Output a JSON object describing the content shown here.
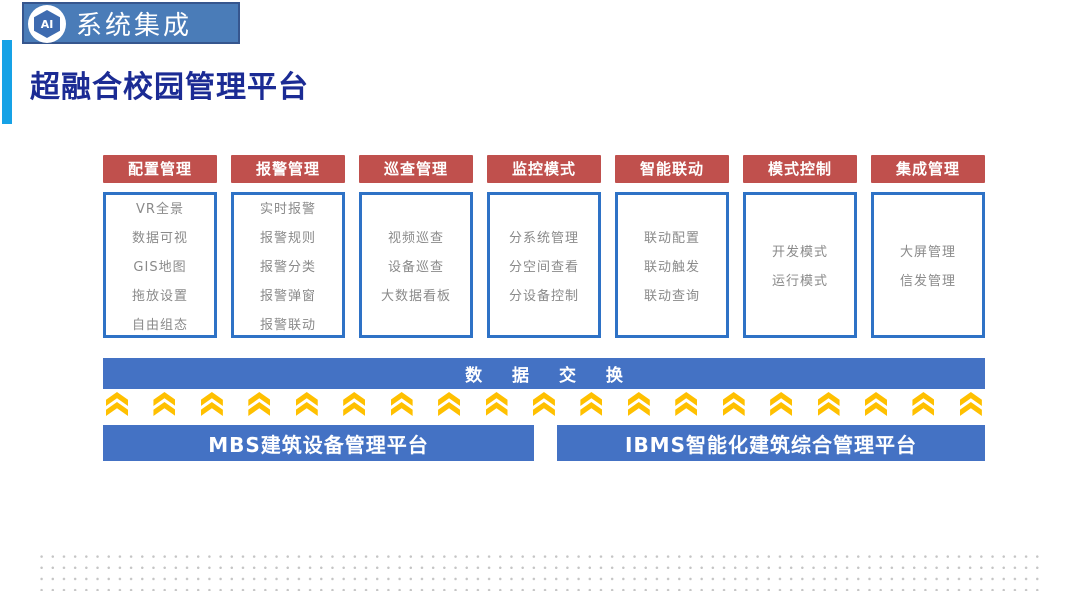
{
  "badge": {
    "icon_text": "AI",
    "label": "系统集成"
  },
  "title": "超融合校园管理平台",
  "columns": [
    {
      "header": "配置管理",
      "items": [
        "VR全景",
        "数据可视",
        "GIS地图",
        "拖放设置",
        "自由组态"
      ]
    },
    {
      "header": "报警管理",
      "items": [
        "实时报警",
        "报警规则",
        "报警分类",
        "报警弹窗",
        "报警联动"
      ]
    },
    {
      "header": "巡查管理",
      "items": [
        "视频巡查",
        "设备巡查",
        "大数据看板"
      ]
    },
    {
      "header": "监控模式",
      "items": [
        "分系统管理",
        "分空间查看",
        "分设备控制"
      ]
    },
    {
      "header": "智能联动",
      "items": [
        "联动配置",
        "联动触发",
        "联动查询"
      ]
    },
    {
      "header": "模式控制",
      "items": [
        "开发模式",
        "运行模式"
      ]
    },
    {
      "header": "集成管理",
      "items": [
        "大屏管理",
        "信发管理"
      ]
    }
  ],
  "data_exchange": {
    "label": "数 据 交 换"
  },
  "arrows": {
    "count": 19,
    "direction": "up",
    "color": "#FFC000"
  },
  "platforms": [
    {
      "label": "MBS建筑设备管理平台"
    },
    {
      "label": "IBMS智能化建筑综合管理平台"
    }
  ],
  "colors": {
    "bar_blue": "#4472C4",
    "header_red": "#C0504D",
    "box_border_blue": "#2E72C6",
    "title_navy": "#1B2B94",
    "accent_cyan": "#16A2E6",
    "badge_blue": "#4A7CB8",
    "arrow_gold": "#FFC000",
    "item_gray": "#8A8A8A"
  }
}
